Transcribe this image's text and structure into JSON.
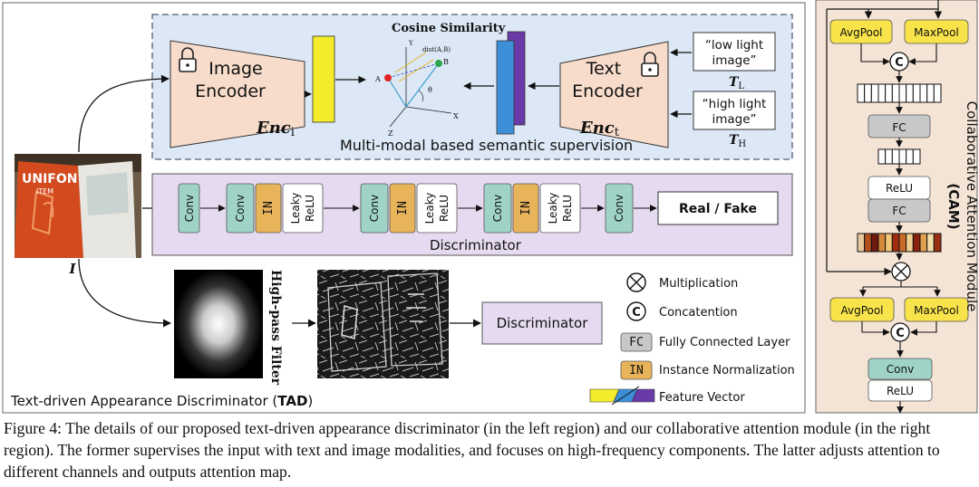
{
  "tad": {
    "title_pre": "Text-driven Appearance Discriminator (",
    "title_bold": "TAD",
    "title_post": ")",
    "supervision": {
      "label": "Multi-modal based semantic supervision",
      "image_encoder": {
        "line1": "Image",
        "line2": "Encoder",
        "symbol_main": "Enc",
        "symbol_sub": "i"
      },
      "text_encoder": {
        "line1": "Text",
        "line2": "Encoder",
        "symbol_main": "Enc",
        "symbol_sub": "t"
      },
      "cosine": {
        "title": "Cosine Similarity",
        "dist": "dist(A,B)",
        "point_a": "A",
        "point_b": "B",
        "theta": "θ",
        "axis_x": "X",
        "axis_y": "Y",
        "axis_z": "Z"
      },
      "prompt_low": {
        "line1": "“low light",
        "line2": "image”",
        "symbol_main": "T",
        "symbol_sub": "L"
      },
      "prompt_high": {
        "line1": "“high light",
        "line2": "image”",
        "symbol_main": "T",
        "symbol_sub": "H"
      }
    },
    "photo": {
      "brand": "UNIFON",
      "brand_sub": "ITEM",
      "symbol": "I"
    },
    "discriminator": {
      "label": "Discriminator",
      "conv": "Conv",
      "in": "IN",
      "leaky1": "Leaky",
      "leaky2": "ReLU",
      "output": "Real / Fake"
    },
    "highpass": {
      "label": "High-pass Filter",
      "box": "Discriminator"
    },
    "legend": {
      "multiplication": "Multiplication",
      "concatenation": "Concatention",
      "fc_tag": "FC",
      "fc": "Fully Connected Layer",
      "in_tag": "IN",
      "in": "Instance Normalization",
      "feature": "Feature Vector"
    }
  },
  "cam": {
    "title1": "Collaborative Attention Module",
    "title2": "(CAM)",
    "avgpool": "AvgPool",
    "maxpool": "MaxPool",
    "fc": "FC",
    "relu": "ReLU",
    "conv": "Conv",
    "concat_symbol": "C"
  },
  "caption": "Figure 4: The details of our proposed text-driven appearance discriminator (in the left region) and our collaborative attention module (in the right region). The former supervises the input with text and image modalities, and focuses on high-frequency components. The latter adjusts attention to different channels and outputs attention map.",
  "colors": {
    "supervision_bg": "#dce8f5",
    "encoder_fill": "#f8dccb",
    "discriminator_bg": "#e6daf0",
    "conv_fill": "#9fd3c7",
    "in_fill": "#e8b45a",
    "pool_fill": "#f8e44a",
    "cam_bg": "#f4e4d6",
    "fc_fill": "#c8c8c8",
    "feature_yellow": "#f4ec2a",
    "feature_blue": "#3d8fd8",
    "feature_purple": "#6a3aa8"
  }
}
